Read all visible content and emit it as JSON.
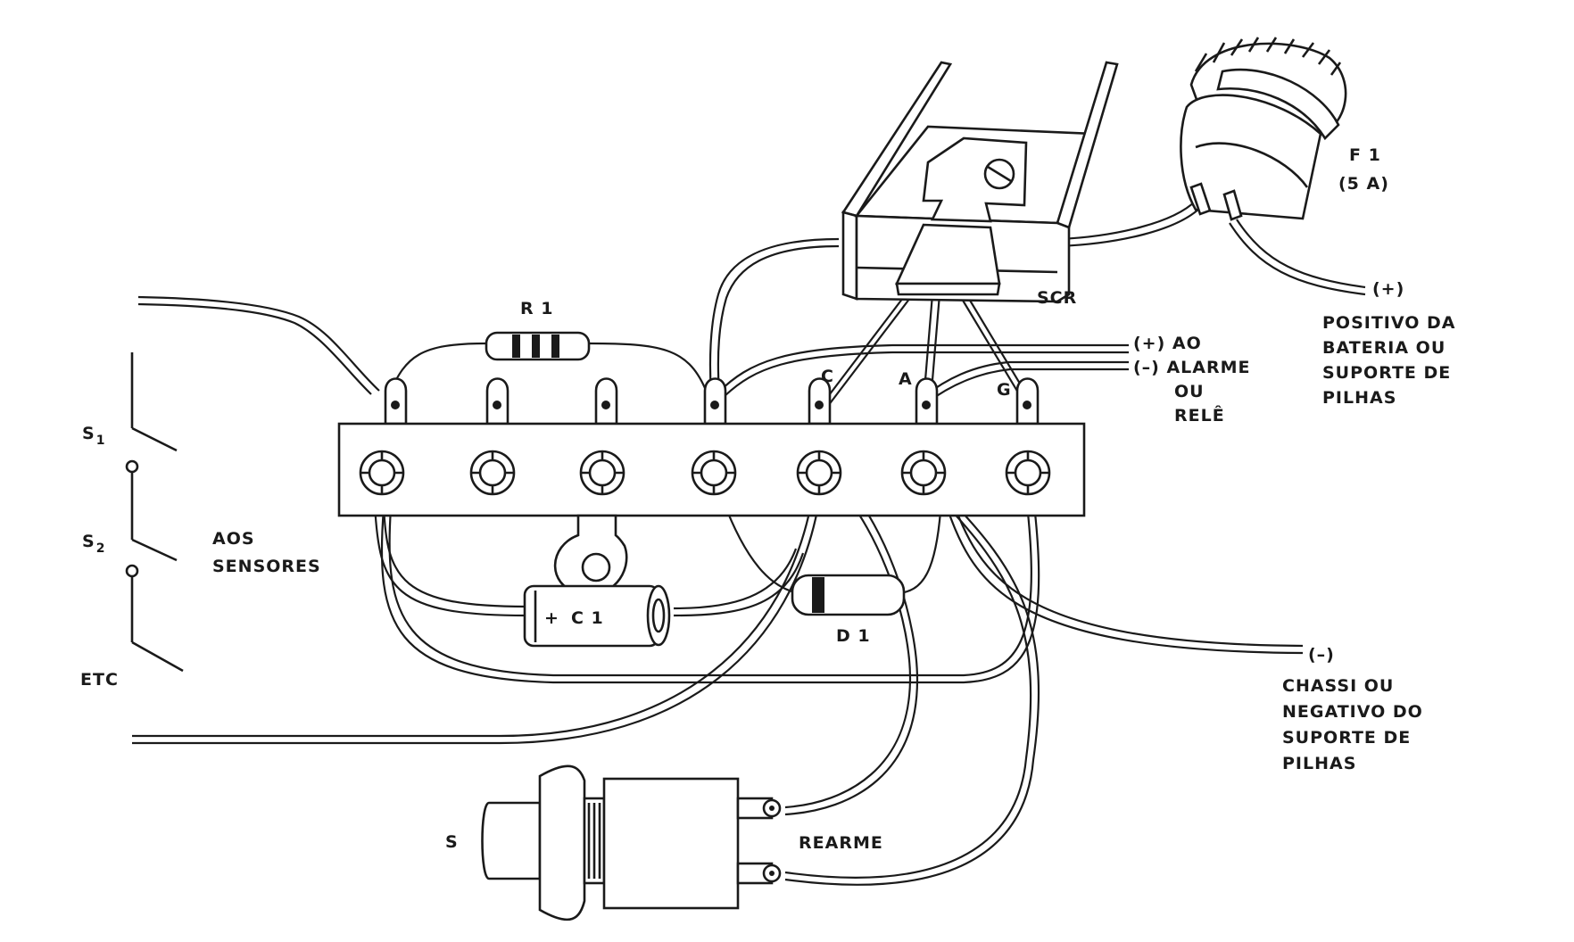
{
  "labels": {
    "r1": "R 1",
    "scr": "SCR",
    "f1": "F 1",
    "f1_rating": "(5 A)",
    "c1": "C 1",
    "c1_plus": "+",
    "d1": "D 1",
    "pin_c": "C",
    "pin_a": "A",
    "pin_g": "G",
    "s": "S",
    "s1": "S",
    "s1_sub": "1",
    "s2": "S",
    "s2_sub": "2",
    "etc": "ETC",
    "rearme": "REARME"
  },
  "sensors": {
    "line1": "AOS",
    "line2": "SENSORES"
  },
  "alarm": {
    "line1": "(+) AO",
    "line2": "(–) ALARME",
    "line3": "OU",
    "line4": "RELÊ"
  },
  "battery": {
    "polarity": "(+)",
    "line1": "POSITIVO DA",
    "line2": "BATERIA OU",
    "line3": "SUPORTE DE",
    "line4": "PILHAS"
  },
  "chassis": {
    "polarity": "(–)",
    "line1": "CHASSI OU",
    "line2": "NEGATIVO DO",
    "line3": "SUPORTE DE",
    "line4": "PILHAS"
  },
  "colors": {
    "ink": "#1a1a1a",
    "paper": "#ffffff"
  }
}
